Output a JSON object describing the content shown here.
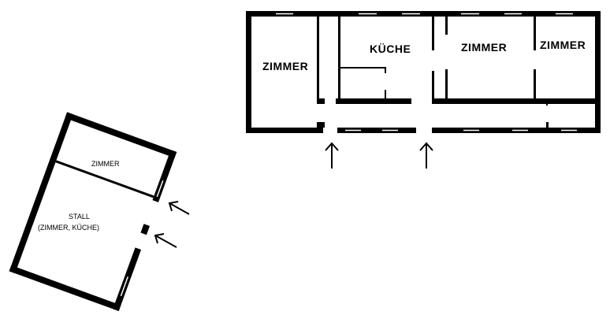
{
  "plan_right": {
    "rooms": [
      {
        "id": "zimmer_left",
        "label": "ZIMMER"
      },
      {
        "id": "kueche",
        "label": "KÜCHE"
      },
      {
        "id": "zimmer_middle",
        "label": "ZIMMER"
      },
      {
        "id": "zimmer_right",
        "label": "ZIMMER"
      }
    ]
  },
  "plan_left": {
    "rooms": [
      {
        "id": "zimmer_top",
        "label": "ZIMMER"
      },
      {
        "id": "stall_line1",
        "label": "STALL"
      },
      {
        "id": "stall_line2",
        "label": "(ZIMMER, KÜCHE)"
      }
    ]
  }
}
